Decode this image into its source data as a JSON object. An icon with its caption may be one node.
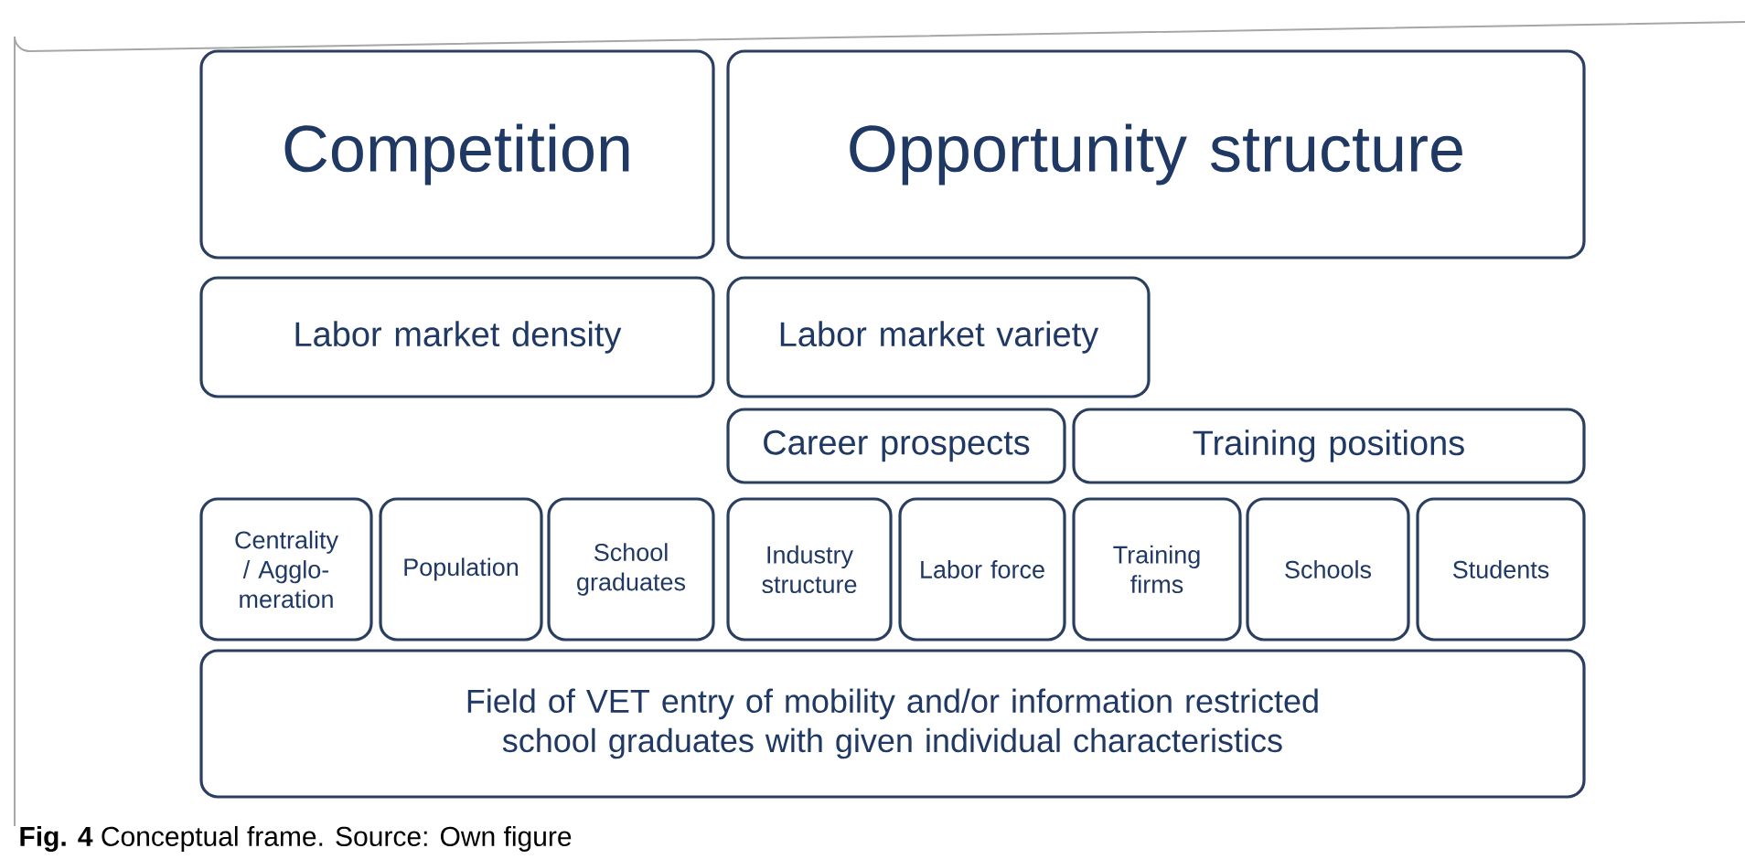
{
  "diagram": {
    "caption": "**Fig. 4** Conceptual frame. Source: Own figure",
    "nodes": [
      {
        "text": [
          "Competition"
        ]
      },
      {
        "text": [
          "Opportunity structure"
        ]
      },
      {
        "text": [
          "Labor market density"
        ]
      },
      {
        "text": [
          "Labor market variety"
        ]
      },
      {
        "text": [
          "Career prospects"
        ]
      },
      {
        "text": [
          "Training positions"
        ]
      },
      {
        "text": [
          "Centrality / Agglo-meration"
        ]
      },
      {
        "text": [
          "Population"
        ]
      },
      {
        "text": [
          "School graduates"
        ]
      },
      {
        "text": [
          "Industry structure"
        ]
      },
      {
        "text": [
          "Labor force"
        ]
      },
      {
        "text": [
          "Training firms"
        ]
      },
      {
        "text": [
          "Schools"
        ]
      },
      {
        "text": [
          "Students"
        ]
      },
      {
        "text": [
          "Field of VET entry of mobility and/or information restricted school graduates with given individual characteristics"
        ]
      }
    ]
  }
}
